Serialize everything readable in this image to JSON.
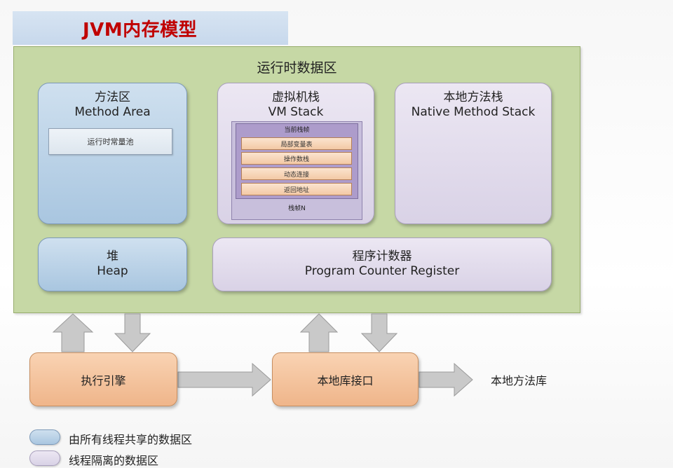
{
  "title": "JVM内存模型",
  "runtime_area": {
    "title": "运行时数据区",
    "method_area": {
      "cn": "方法区",
      "en": "Method Area",
      "constant_pool": "运行时常量池"
    },
    "vm_stack": {
      "cn": "虚拟机栈",
      "en": "VM Stack",
      "current_frame": "当前栈帧",
      "slots": [
        "局部变量表",
        "操作数栈",
        "动态连接",
        "返回地址"
      ],
      "frame_n": "栈帧N"
    },
    "native_stack": {
      "cn": "本地方法栈",
      "en": "Native Method Stack"
    },
    "heap": {
      "cn": "堆",
      "en": "Heap"
    },
    "pc_register": {
      "cn": "程序计数器",
      "en": "Program Counter Register"
    }
  },
  "bottom": {
    "execution_engine": "执行引擎",
    "native_interface": "本地库接口",
    "native_library": "本地方法库"
  },
  "legend": {
    "shared": "由所有线程共享的数据区",
    "isolated": "线程隔离的数据区"
  },
  "colors": {
    "title_text": "#c00000",
    "runtime_bg": "#c6d8a5",
    "shared_fill": "#a9c6e0",
    "isolated_fill": "#d9d2e6",
    "bottom_fill": "#efb58a",
    "frame_slot_fill": "#f3c9a5",
    "arrow_fill": "#c9c9c9"
  }
}
